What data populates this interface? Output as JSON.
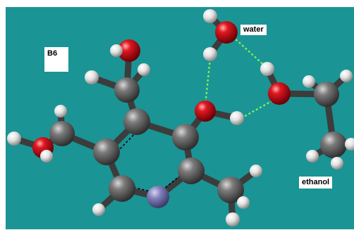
{
  "labels": {
    "b6": "B6",
    "water": "water",
    "ethanol": "ethanol"
  },
  "colors": {
    "background": "#1a9494",
    "carbon": "#5f5f5f",
    "oxygen": "#d8141e",
    "hydrogen": "#e6e6e6",
    "nitrogen": "#7e7eb0",
    "hbond": "#7cf05a",
    "bond": "#3c3c3c"
  },
  "molecules": [
    "B6",
    "water",
    "ethanol"
  ]
}
